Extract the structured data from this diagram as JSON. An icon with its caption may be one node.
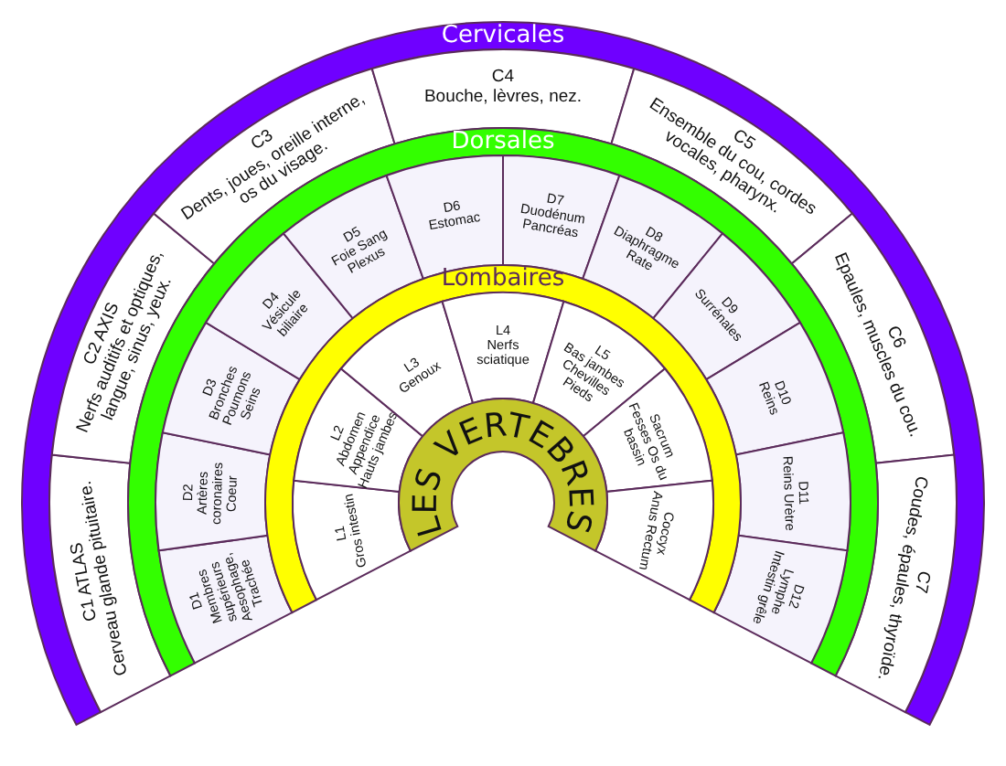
{
  "diagram": {
    "nodes": [
      {
        "text": [
          "Cervicales"
        ]
      },
      {
        "text": [
          "C1 ATLAS",
          "Cerveau glande pituitaire."
        ]
      },
      {
        "text": [
          "C2 AXIS",
          "Nerfs auditifs et optiques, langue, sinus, yeux."
        ]
      },
      {
        "text": [
          "C3",
          "Dents, joues, oreille interne, os du visage."
        ]
      },
      {
        "text": [
          "C4",
          "Bouche, lèvres, nez."
        ]
      },
      {
        "text": [
          "C5",
          "Ensemble du cou, cordes vocales, pharynx."
        ]
      },
      {
        "text": [
          "C6",
          "Epaules, muscles du cou."
        ]
      },
      {
        "text": [
          "C7",
          "Coudes, épaules, thyroïde."
        ]
      },
      {
        "text": [
          "Dorsales"
        ]
      },
      {
        "text": [
          "D1",
          "Membres supérieurs Aesophage, Trachée"
        ]
      },
      {
        "text": [
          "D2",
          "Artères coronaires Coeur"
        ]
      },
      {
        "text": [
          "D3",
          "Bronches Poumons Seins"
        ]
      },
      {
        "text": [
          "D4",
          "Vésicule biliaire"
        ]
      },
      {
        "text": [
          "D5",
          "Foie Sang Plexus"
        ]
      },
      {
        "text": [
          "D6",
          "Estomac"
        ]
      },
      {
        "text": [
          "D7",
          "Duodénum Pancréas"
        ]
      },
      {
        "text": [
          "D8",
          "Diaphragme Rate"
        ]
      },
      {
        "text": [
          "D9",
          "Surrénales"
        ]
      },
      {
        "text": [
          "D10",
          "Reins"
        ]
      },
      {
        "text": [
          "D11",
          "Reins Urètre"
        ]
      },
      {
        "text": [
          "D12",
          "Lymphe Intestin grêle"
        ]
      },
      {
        "text": [
          "Lombaires"
        ]
      },
      {
        "text": [
          "L1",
          "Gros intestin"
        ]
      },
      {
        "text": [
          "L2",
          "Abdomen Appendice Hauts jambes"
        ]
      },
      {
        "text": [
          "L3",
          "Genoux"
        ]
      },
      {
        "text": [
          "L4",
          "Nerfs sciatique"
        ]
      },
      {
        "text": [
          "L5",
          "Bas jambes Chevilles Pieds"
        ]
      },
      {
        "text": [
          "Sacrum",
          "Fesses Os du bassin"
        ]
      },
      {
        "text": [
          "Coccyx",
          "Anus Rectum"
        ]
      },
      {
        "text": [
          "LES VERTEBRES"
        ]
      }
    ]
  }
}
